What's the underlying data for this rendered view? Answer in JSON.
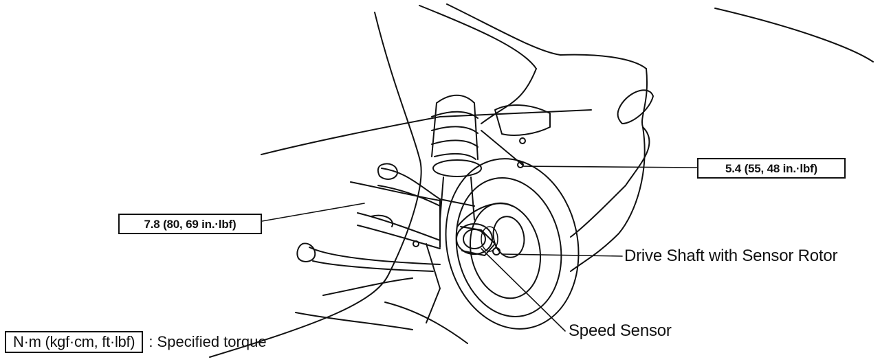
{
  "torque_specs": {
    "upper_right": "5.4 (55, 48 in.·lbf)",
    "left": "7.8 (80, 69 in.·lbf)"
  },
  "callouts": {
    "drive_shaft": "Drive Shaft with Sensor Rotor",
    "speed_sensor": "Speed Sensor"
  },
  "legend": {
    "unit_box": "N·m (kgf·cm, ft·lbf)",
    "description": ": Specified torque"
  }
}
